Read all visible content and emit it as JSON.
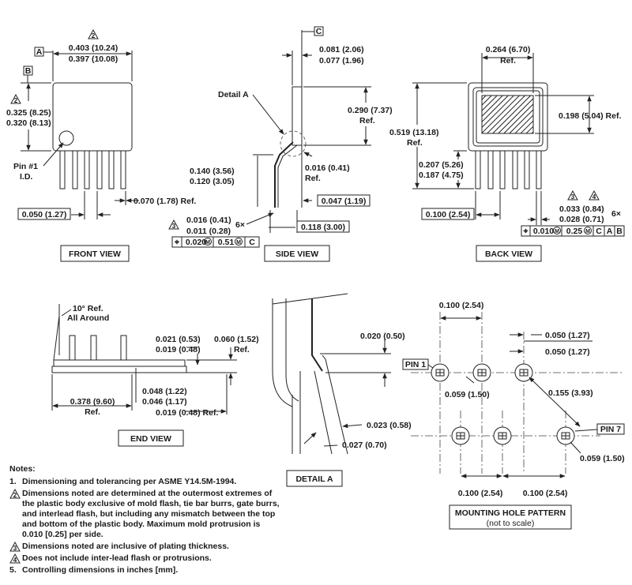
{
  "views": {
    "front": "FRONT VIEW",
    "side": "SIDE VIEW",
    "back": "BACK VIEW",
    "end": "END VIEW",
    "detail": "DETAIL A",
    "mounting_title": "MOUNTING HOLE PATTERN",
    "mounting_sub": "(not to scale)"
  },
  "front": {
    "datum_a": "A",
    "datum_b": "B",
    "note2_mark": "2",
    "width_max": "0.403 (10.24)",
    "width_min": "0.397 (10.08)",
    "height_max": "0.325 (8.25)",
    "height_min": "0.320 (8.13)",
    "pin1_line1": "Pin #1",
    "pin1_line2": "I.D.",
    "pitch": "0.050 (1.27)",
    "ref_dim": "0.070 (1.78) Ref."
  },
  "side": {
    "datum_c": "C",
    "detail_label": "Detail A",
    "top_max": "0.081 (2.06)",
    "top_min": "0.077 (1.96)",
    "h_ref": "0.290 (7.37)",
    "h_ref2": "Ref.",
    "lead_max": "0.140 (3.56)",
    "lead_min": "0.120 (3.05)",
    "d016": "0.016 (0.41)",
    "d016ref": "Ref.",
    "d047": "0.047 (1.19)",
    "lw_max": "0.016 (0.41)",
    "lw_min": "0.011 (0.28)",
    "six": "6×",
    "d118": "0.118 (3.00)",
    "note3_mark": "3",
    "fcf": [
      "⌖",
      "0.020",
      "M",
      "0.51",
      "M",
      "C"
    ]
  },
  "back": {
    "top_ref": "0.264 (6.70)",
    "top_ref2": "Ref.",
    "side_ref": "0.198 (5.04) Ref.",
    "total": "0.519 (13.18)",
    "total2": "Ref.",
    "mid_max": "0.207 (5.26)",
    "mid_min": "0.187 (4.75)",
    "pitch": "0.100 (2.54)",
    "lw_max": "0.033 (0.84)",
    "lw_min": "0.028 (0.71)",
    "six": "6×",
    "note3_mark": "3",
    "note4_mark": "4",
    "fcf": [
      "⌖",
      "0.010",
      "M",
      "0.25",
      "M",
      "C",
      "A",
      "B"
    ]
  },
  "end": {
    "angle": "10° Ref.",
    "angle2": "All Around",
    "t_max": "0.021 (0.53)",
    "t_min": "0.019 (0.48)",
    "h_ref": "0.060 (1.52)",
    "h_ref2": "Ref.",
    "len": "0.378 (9.60)",
    "len2": "Ref.",
    "th_max": "0.048 (1.22)",
    "th_min": "0.046 (1.17)",
    "lead_ref": "0.019 (0.48) Ref."
  },
  "detail": {
    "d020": "0.020 (0.50)",
    "d023": "0.023 (0.58)",
    "d027": "0.027 (0.70)"
  },
  "mounting": {
    "pin1": "PIN 1",
    "pin7": "PIN 7",
    "d100_top": "0.100 (2.54)",
    "d050a": "0.050 (1.27)",
    "d050b": "0.050 (1.27)",
    "d059a": "0.059 (1.50)",
    "d155": "0.155 (3.93)",
    "d059b": "0.059 (1.50)",
    "d100_bl": "0.100 (2.54)",
    "d100_br": "0.100 (2.54)"
  },
  "notes": {
    "title": "Notes:",
    "items": [
      {
        "mark": "1.",
        "type": "num",
        "text": "Dimensioning and tolerancing per ASME Y14.5M-1994."
      },
      {
        "mark": "2",
        "type": "tri",
        "text": "Dimensions noted are determined at the outermost extremes of the  plastic body exclusive of mold flash, tie bar burrs, gate burrs, and interlead flash, but including any mismatch between the top and bottom of the plastic body. Maximum mold protrusion is 0.010 [0.25] per side."
      },
      {
        "mark": "3",
        "type": "tri",
        "text": "Dimensions noted are inclusive of plating thickness."
      },
      {
        "mark": "4",
        "type": "tri",
        "text": "Does not include inter-lead flash or protrusions."
      },
      {
        "mark": "5.",
        "type": "num",
        "text": "Controlling dimensions in inches [mm]."
      }
    ]
  }
}
